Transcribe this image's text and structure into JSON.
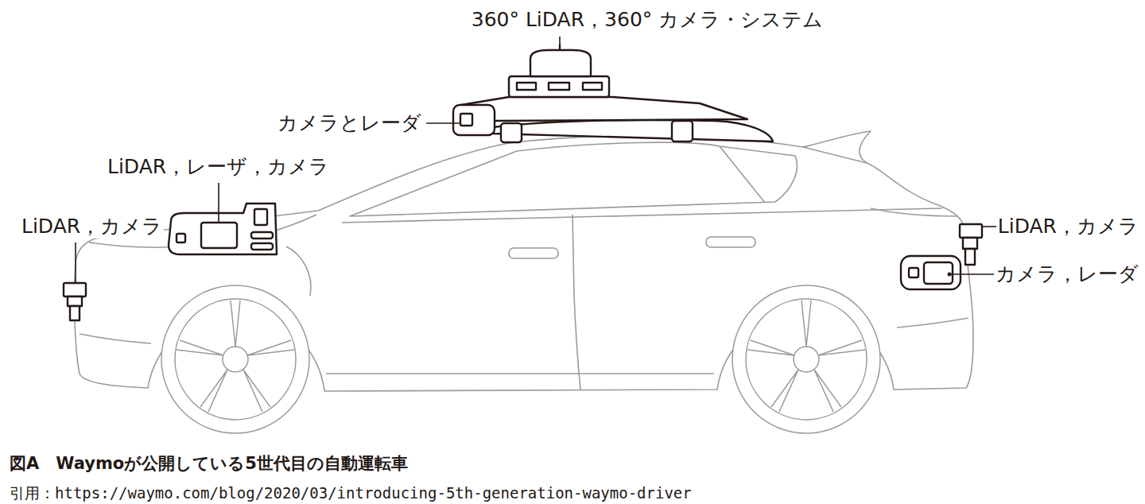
{
  "diagram": {
    "caption": "図A　Waymoが公開している5世代目の自動運転車",
    "labels": [
      "360° LiDAR，360° カメラ・システム",
      "カメラとレーダ",
      "LiDAR，レーザ，カメラ",
      "LiDAR，カメラ",
      "LiDAR，カメラ",
      "カメラ，レーダ",
      "引用：https://waymo.com/blog/2020/03/introducing-5th-generation-waymo-driver"
    ]
  }
}
